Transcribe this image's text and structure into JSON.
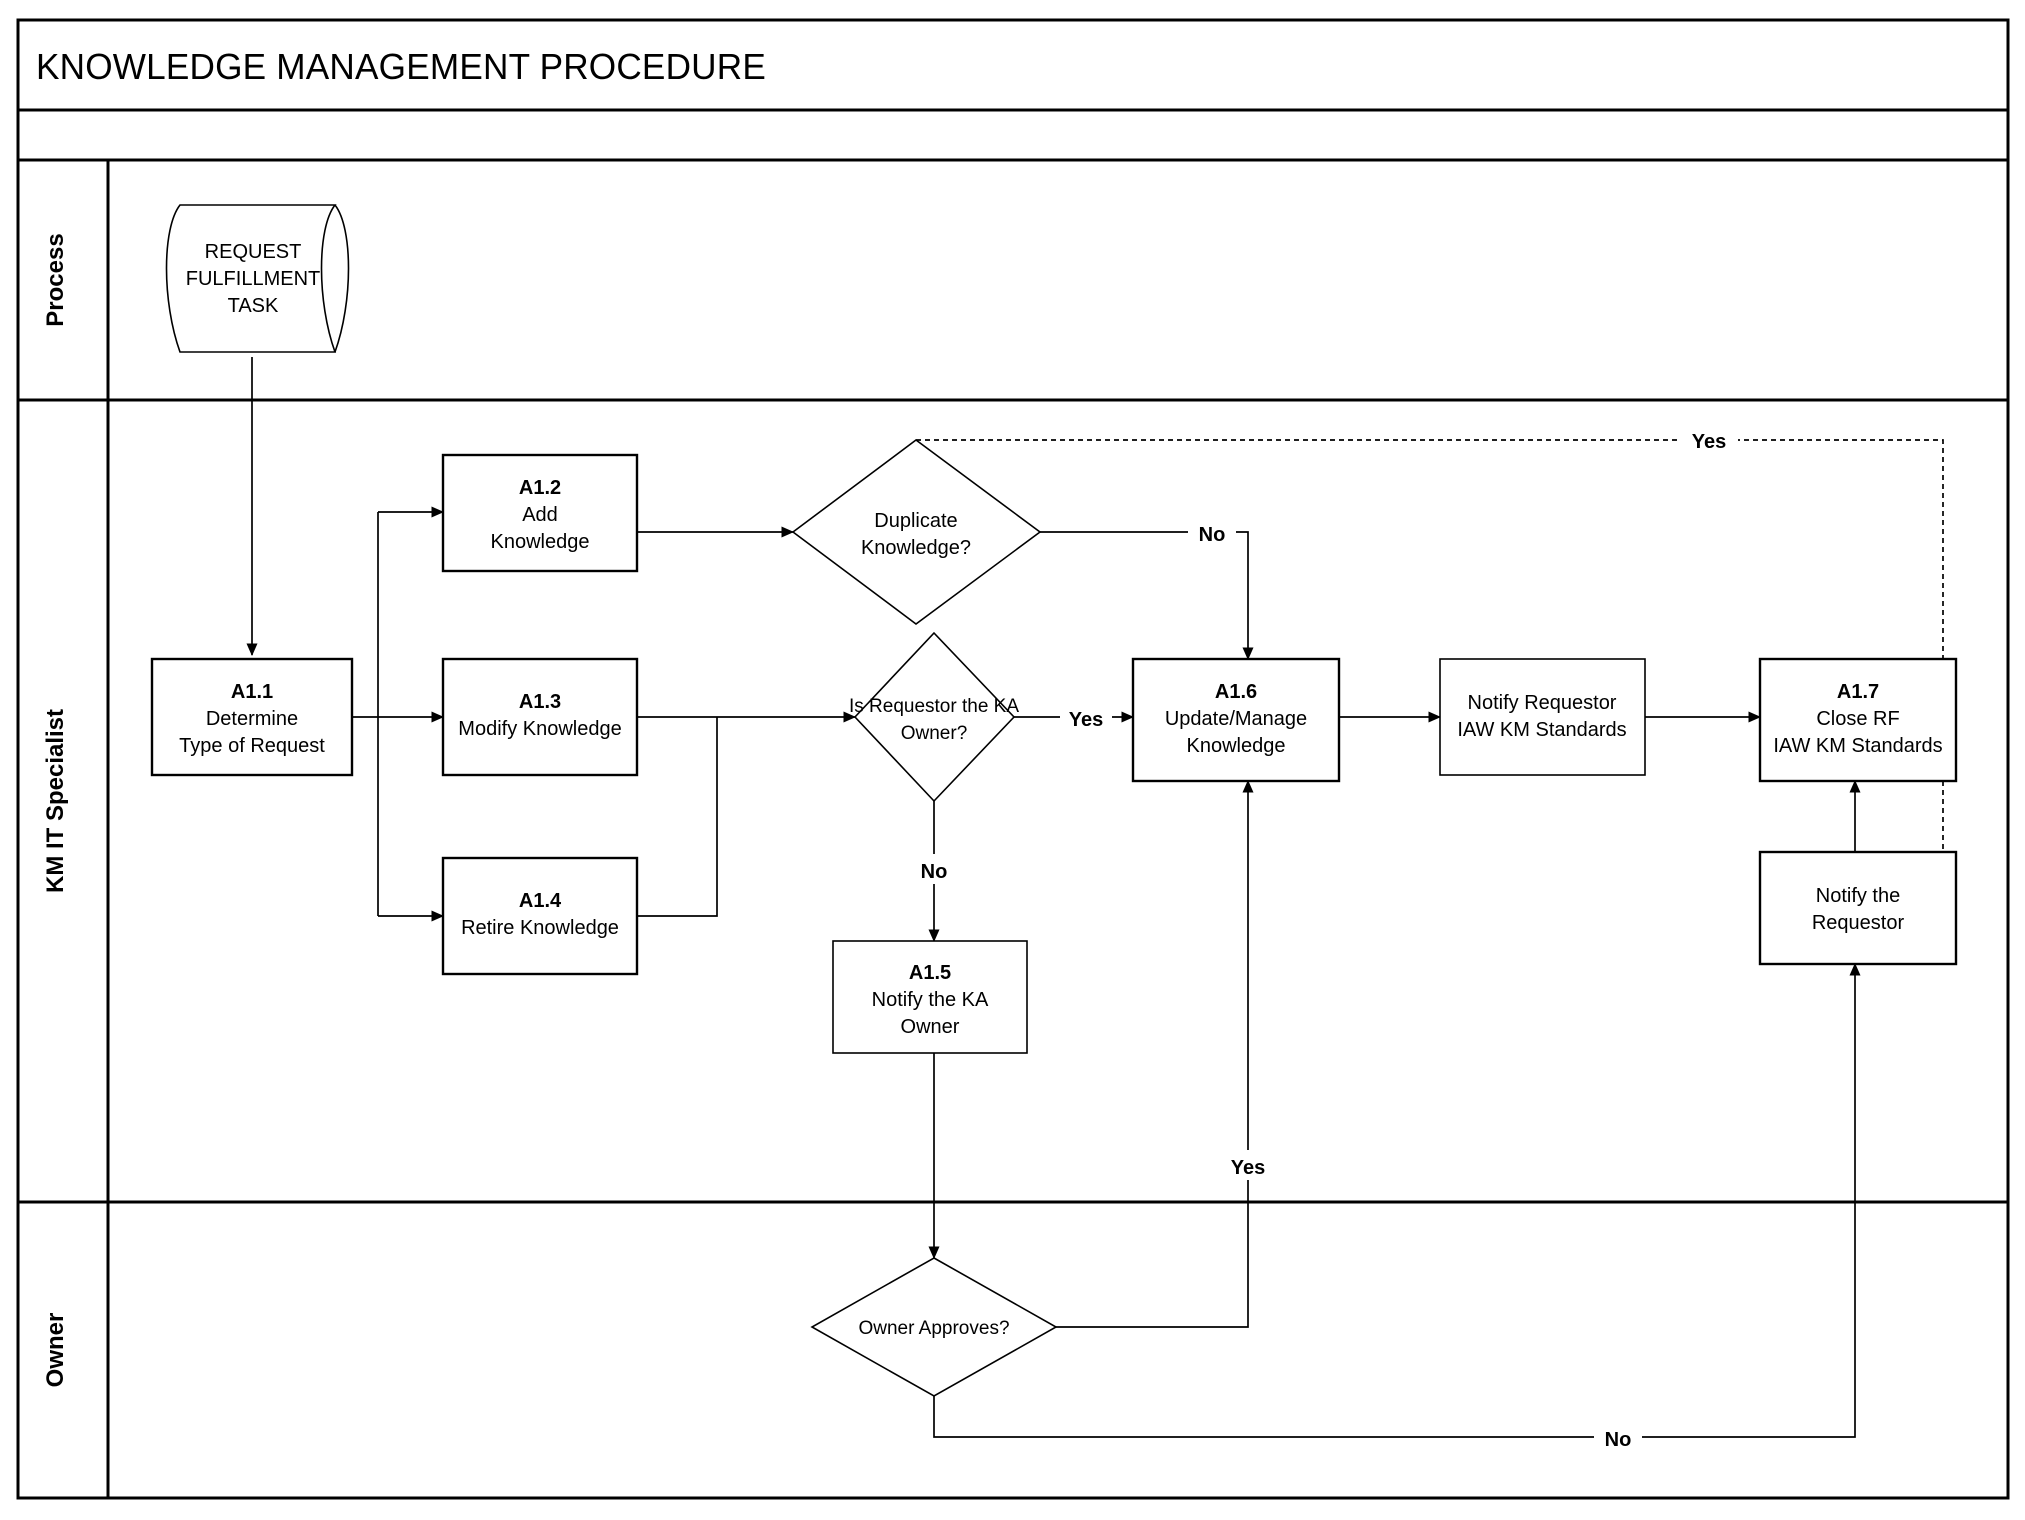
{
  "header": {
    "title": "KNOWLEDGE MANAGEMENT PROCEDURE",
    "subtitle": ""
  },
  "lanes": [
    {
      "id": "process",
      "label": "Process"
    },
    {
      "id": "km-it-specialist",
      "label": "KM IT Specialist"
    },
    {
      "id": "owner",
      "label": "Owner"
    }
  ],
  "chart_data": {
    "type": "diagram",
    "diagram_type": "cross-functional swimlane flowchart",
    "title": "KNOWLEDGE MANAGEMENT PROCEDURE",
    "lanes": [
      "Process",
      "KM IT Specialist",
      "Owner"
    ],
    "nodes": [
      {
        "key": "start",
        "lane": "Process",
        "shape": "cylinder",
        "id": "",
        "text": "REQUEST FULFILLMENT TASK"
      },
      {
        "key": "a11",
        "lane": "KM IT Specialist",
        "shape": "process",
        "id": "A1.1",
        "text": "Determine Type of Request"
      },
      {
        "key": "a12",
        "lane": "KM IT Specialist",
        "shape": "process",
        "id": "A1.2",
        "text": "Add Knowledge"
      },
      {
        "key": "a13",
        "lane": "KM IT Specialist",
        "shape": "process",
        "id": "A1.3",
        "text": "Modify Knowledge"
      },
      {
        "key": "a14",
        "lane": "KM IT Specialist",
        "shape": "process",
        "id": "A1.4",
        "text": "Retire Knowledge"
      },
      {
        "key": "dup",
        "lane": "KM IT Specialist",
        "shape": "decision",
        "id": "",
        "text": "Duplicate Knowledge?"
      },
      {
        "key": "ka",
        "lane": "KM IT Specialist",
        "shape": "decision",
        "id": "",
        "text": "Is Requestor the KA Owner?"
      },
      {
        "key": "a15",
        "lane": "KM IT Specialist",
        "shape": "process",
        "id": "A1.5",
        "text": "Notify the KA Owner"
      },
      {
        "key": "a16",
        "lane": "KM IT Specialist",
        "shape": "process",
        "id": "A1.6",
        "text": "Update/Manage Knowledge"
      },
      {
        "key": "notify1",
        "lane": "KM IT Specialist",
        "shape": "process",
        "id": "",
        "text": "Notify Requestor IAW KM Standards"
      },
      {
        "key": "a17",
        "lane": "KM IT Specialist",
        "shape": "process",
        "id": "A1.7",
        "text": "Close RF IAW KM Standards"
      },
      {
        "key": "notify2",
        "lane": "KM IT Specialist",
        "shape": "process",
        "id": "",
        "text": "Notify the Requestor"
      },
      {
        "key": "approve",
        "lane": "Owner",
        "shape": "decision",
        "id": "",
        "text": "Owner Approves?"
      }
    ],
    "edges": [
      {
        "from": "start",
        "to": "a11",
        "label": "",
        "style": "solid"
      },
      {
        "from": "a11",
        "to": "a12",
        "label": "",
        "style": "solid"
      },
      {
        "from": "a11",
        "to": "a13",
        "label": "",
        "style": "solid"
      },
      {
        "from": "a11",
        "to": "a14",
        "label": "",
        "style": "solid"
      },
      {
        "from": "a12",
        "to": "dup",
        "label": "",
        "style": "solid"
      },
      {
        "from": "a13",
        "to": "ka",
        "label": "",
        "style": "solid"
      },
      {
        "from": "a14",
        "to": "ka",
        "label": "",
        "style": "solid"
      },
      {
        "from": "dup",
        "to": "a17",
        "label": "Yes",
        "style": "dashed"
      },
      {
        "from": "dup",
        "to": "a16",
        "label": "No",
        "style": "solid"
      },
      {
        "from": "ka",
        "to": "a16",
        "label": "Yes",
        "style": "solid"
      },
      {
        "from": "ka",
        "to": "a15",
        "label": "No",
        "style": "solid"
      },
      {
        "from": "a15",
        "to": "approve",
        "label": "",
        "style": "solid"
      },
      {
        "from": "approve",
        "to": "a16",
        "label": "Yes",
        "style": "solid"
      },
      {
        "from": "approve",
        "to": "notify2",
        "label": "No",
        "style": "solid"
      },
      {
        "from": "a16",
        "to": "notify1",
        "label": "",
        "style": "solid"
      },
      {
        "from": "notify1",
        "to": "a17",
        "label": "",
        "style": "solid"
      },
      {
        "from": "notify2",
        "to": "a17",
        "label": "",
        "style": "solid"
      }
    ]
  },
  "nodes": {
    "start": {
      "line1": "REQUEST",
      "line2": "FULFILLMENT",
      "line3": "TASK"
    },
    "a11": {
      "id": "A1.1",
      "line1": "Determine",
      "line2": "Type of Request"
    },
    "a12": {
      "id": "A1.2",
      "line1": "Add",
      "line2": "Knowledge"
    },
    "a13": {
      "id": "A1.3",
      "line1": "Modify Knowledge"
    },
    "a14": {
      "id": "A1.4",
      "line1": "Retire Knowledge"
    },
    "dup": {
      "line1": "Duplicate",
      "line2": "Knowledge?"
    },
    "ka": {
      "line1": "Is Requestor the KA",
      "line2": "Owner?"
    },
    "a15": {
      "id": "A1.5",
      "line1": "Notify the KA",
      "line2": "Owner"
    },
    "a16": {
      "id": "A1.6",
      "line1": "Update/Manage",
      "line2": "Knowledge"
    },
    "notify1": {
      "line1": "Notify Requestor",
      "line2": "IAW KM Standards"
    },
    "a17": {
      "id": "A1.7",
      "line1": "Close RF",
      "line2": "IAW KM Standards"
    },
    "notify2": {
      "line1": "Notify the",
      "line2": "Requestor"
    },
    "approve": {
      "line1": "Owner Approves?"
    }
  },
  "edge_labels": {
    "dup_yes": "Yes",
    "dup_no": "No",
    "ka_yes": "Yes",
    "ka_no": "No",
    "approve_yes": "Yes",
    "approve_no": "No"
  }
}
